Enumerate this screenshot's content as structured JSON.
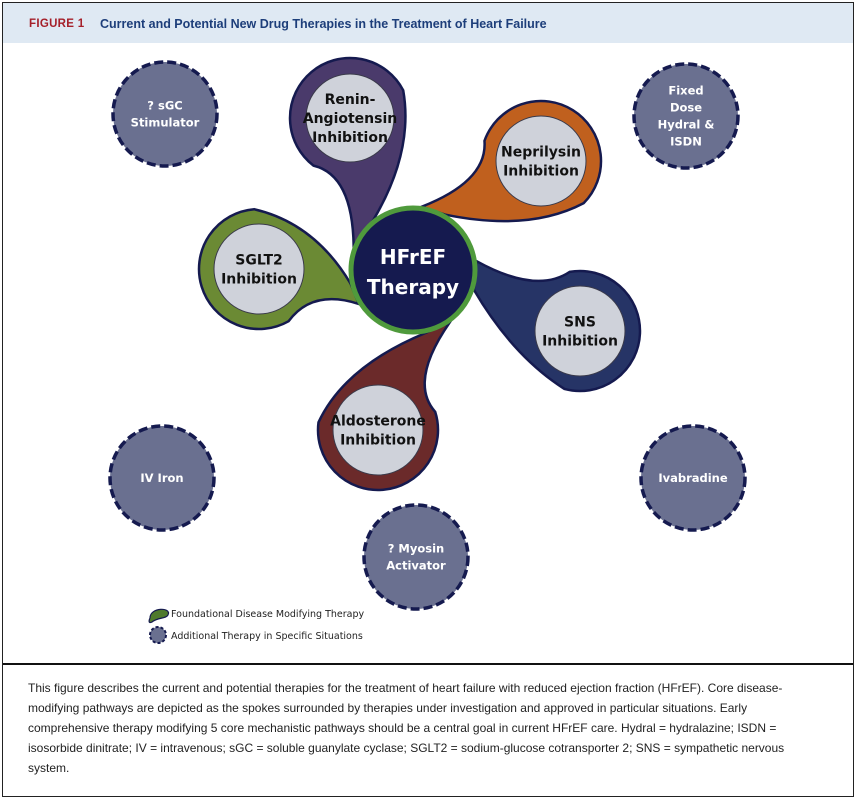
{
  "header": {
    "figure_label": "FIGURE 1",
    "title": "Current and Potential New Drug Therapies in the Treatment of Heart Failure"
  },
  "colors": {
    "header_bg": "#dfe9f3",
    "figure_label": "#a5202a",
    "title": "#1d3e7a",
    "hub_fill": "#151a4f",
    "hub_border": "#4f9a3c",
    "inner_circle": "#cfd2da",
    "outline": "#151a4f",
    "additional_fill": "#6a7090",
    "additional_border": "#151a4f"
  },
  "hub": {
    "lines": [
      "HFrEF",
      "Therapy"
    ]
  },
  "foundational_therapies": [
    {
      "id": "renin-angiotensin",
      "lines": [
        "Renin-",
        "Angiotensin",
        "Inhibition"
      ],
      "color": "#4a3a6b"
    },
    {
      "id": "neprilysin",
      "lines": [
        "Neprilysin",
        "Inhibition"
      ],
      "color": "#c0601e"
    },
    {
      "id": "sns",
      "lines": [
        "SNS",
        "Inhibition"
      ],
      "color": "#263466"
    },
    {
      "id": "aldosterone",
      "lines": [
        "Aldosterone",
        "Inhibition"
      ],
      "color": "#6b2a2a"
    },
    {
      "id": "sglt2",
      "lines": [
        "SGLT2",
        "Inhibition"
      ],
      "color": "#6b8a34"
    }
  ],
  "additional_therapies": [
    {
      "id": "sgc-stimulator",
      "lines": [
        "? sGC",
        "Stimulator"
      ]
    },
    {
      "id": "fixed-dose-hydral-isdn",
      "lines": [
        "Fixed",
        "Dose",
        "Hydral &",
        "ISDN"
      ]
    },
    {
      "id": "iv-iron",
      "lines": [
        "IV Iron"
      ]
    },
    {
      "id": "myosin-activator",
      "lines": [
        "? Myosin",
        "Activator"
      ]
    },
    {
      "id": "ivabradine",
      "lines": [
        "Ivabradine"
      ]
    }
  ],
  "legend": [
    {
      "id": "foundational",
      "label": "Foundational Disease Modifying Therapy",
      "color": "#4f7a2c"
    },
    {
      "id": "additional",
      "label": "Additional Therapy in Specific Situations",
      "color": "#6a7090"
    }
  ],
  "caption": "This figure describes the current and potential therapies for the treatment of heart failure with reduced ejection fraction (HFrEF). Core disease-modifying pathways are depicted as the spokes surrounded by therapies under investigation and approved in particular situations. Early comprehensive therapy modifying 5 core mechanistic pathways should be a central goal in current HFrEF care. Hydral = hydralazine; ISDN = isosorbide dinitrate; IV = intravenous; sGC = soluble guanylate cyclase; SGLT2 = sodium-glucose cotransporter 2; SNS = sympathetic nervous system."
}
